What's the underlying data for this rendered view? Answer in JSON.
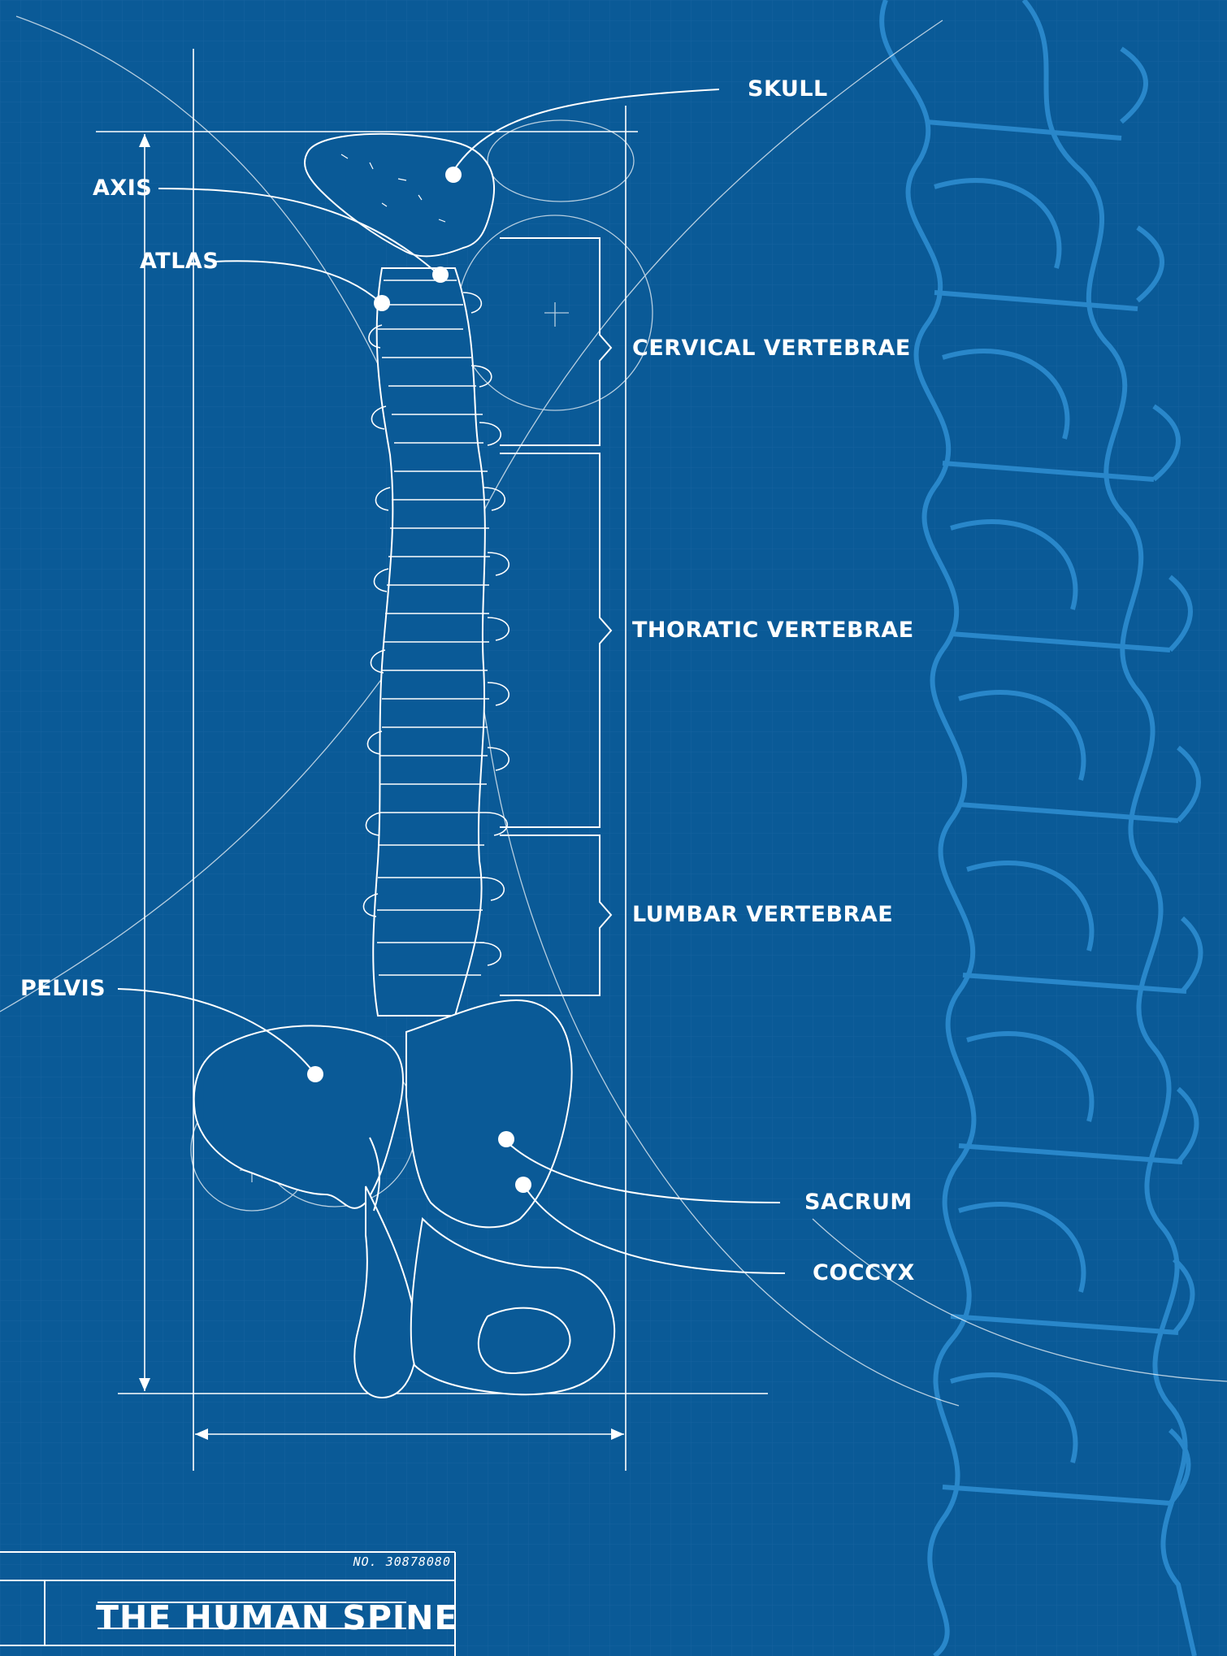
{
  "labels": {
    "skull": "SKULL",
    "axis": "AXIS",
    "atlas": "ATLAS",
    "cervical": "CERVICAL VERTEBRAE",
    "thoratic": "THORATIC VERTEBRAE",
    "lumbar": "LUMBAR VERTEBRAE",
    "pelvis": "PELVIS",
    "sacrum": "SACRUM",
    "coccyx": "COCCYX"
  },
  "title_block": {
    "number": "NO. 30878080",
    "title": "THE HUMAN SPINE"
  },
  "colors": {
    "background": "#0a5a97",
    "line": "#ffffff",
    "ghost_spine": "#2f8fd3",
    "grid": "#1f6aa5"
  }
}
